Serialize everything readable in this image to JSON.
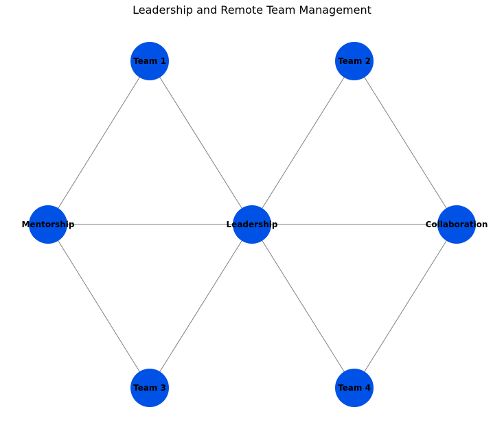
{
  "title": "Leadership and Remote Team Management",
  "colors": {
    "node_fill": "#0051e5",
    "edge_stroke": "#808080",
    "label_text": "#000000",
    "background": "#ffffff"
  },
  "nodes": [
    {
      "id": "team1",
      "label": "Team 1"
    },
    {
      "id": "team2",
      "label": "Team 2"
    },
    {
      "id": "mentorship",
      "label": "Mentorship"
    },
    {
      "id": "leadership",
      "label": "Leadership"
    },
    {
      "id": "collaboration",
      "label": "Collaboration"
    },
    {
      "id": "team3",
      "label": "Team 3"
    },
    {
      "id": "team4",
      "label": "Team 4"
    }
  ],
  "edges": [
    [
      "team1",
      "mentorship"
    ],
    [
      "team1",
      "leadership"
    ],
    [
      "team2",
      "leadership"
    ],
    [
      "team2",
      "collaboration"
    ],
    [
      "mentorship",
      "leadership"
    ],
    [
      "leadership",
      "collaboration"
    ],
    [
      "mentorship",
      "team3"
    ],
    [
      "leadership",
      "team3"
    ],
    [
      "leadership",
      "team4"
    ],
    [
      "collaboration",
      "team4"
    ]
  ]
}
